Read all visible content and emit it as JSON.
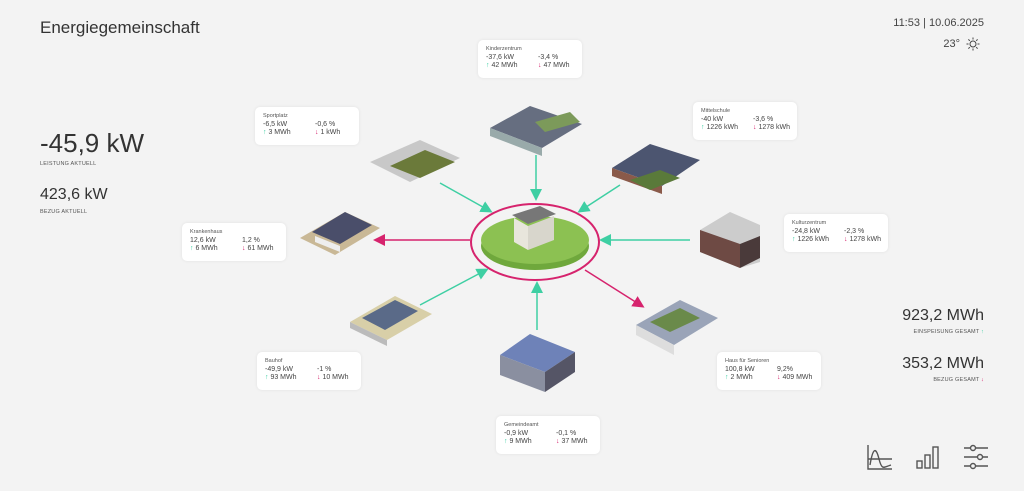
{
  "header": {
    "title": "Energiegemeinschaft",
    "datetime": "11:53 | 10.06.2025",
    "temperature": "23°",
    "weather_icon": "sun-icon"
  },
  "left_stats": {
    "power_value": "-45,9 kW",
    "power_label": "LEISTUNG AKTUELL",
    "draw_value": "423,6 kW",
    "draw_label": "BEZUG AKTUELL"
  },
  "right_stats": {
    "feed_value": "923,2 MWh",
    "feed_label": "EINSPEISUNG GESAMT",
    "feed_arrow": "↑",
    "draw_value": "353,2 MWh",
    "draw_label": "BEZUG GESAMT",
    "draw_arrow": "↓"
  },
  "colors": {
    "feed": "#3ecfa3",
    "draw": "#d6236d",
    "ring": "#d6236d",
    "disc": "#8cc152"
  },
  "nodes": [
    {
      "name": "Kinderzentrum",
      "power": "-37,6 kW",
      "pct": "-3,4 %",
      "up": "42 MWh",
      "down": "47 MWh"
    },
    {
      "name": "Mittelschule",
      "power": "-40 kW",
      "pct": "-3,6 %",
      "up": "1226 kWh",
      "down": "1278 kWh"
    },
    {
      "name": "Sportplatz",
      "power": "-6,5 kW",
      "pct": "-0,6 %",
      "up": "3 MWh",
      "down": "1 kWh"
    },
    {
      "name": "Krankenhaus",
      "power": "12,6 kW",
      "pct": "1,2 %",
      "up": "6 MWh",
      "down": "61 MWh"
    },
    {
      "name": "Kulturzentrum",
      "power": "-24,8 kW",
      "pct": "-2,3 %",
      "up": "1226 kWh",
      "down": "1278 kWh"
    },
    {
      "name": "Haus für Senioren",
      "power": "100,8 kW",
      "pct": "9,2%",
      "up": "2 MWh",
      "down": "409 MWh"
    },
    {
      "name": "Bauhof",
      "power": "-49,9 kW",
      "pct": "-1 %",
      "up": "93 MWh",
      "down": "10 MWh"
    },
    {
      "name": "Gemeindeamt",
      "power": "-0,9 kW",
      "pct": "-0,1 %",
      "up": "9 MWh",
      "down": "37 MWh"
    }
  ],
  "arrows": {
    "up": "↑",
    "down": "↓"
  },
  "toolbar": [
    "line-chart-icon",
    "bar-chart-icon",
    "sliders-icon"
  ]
}
